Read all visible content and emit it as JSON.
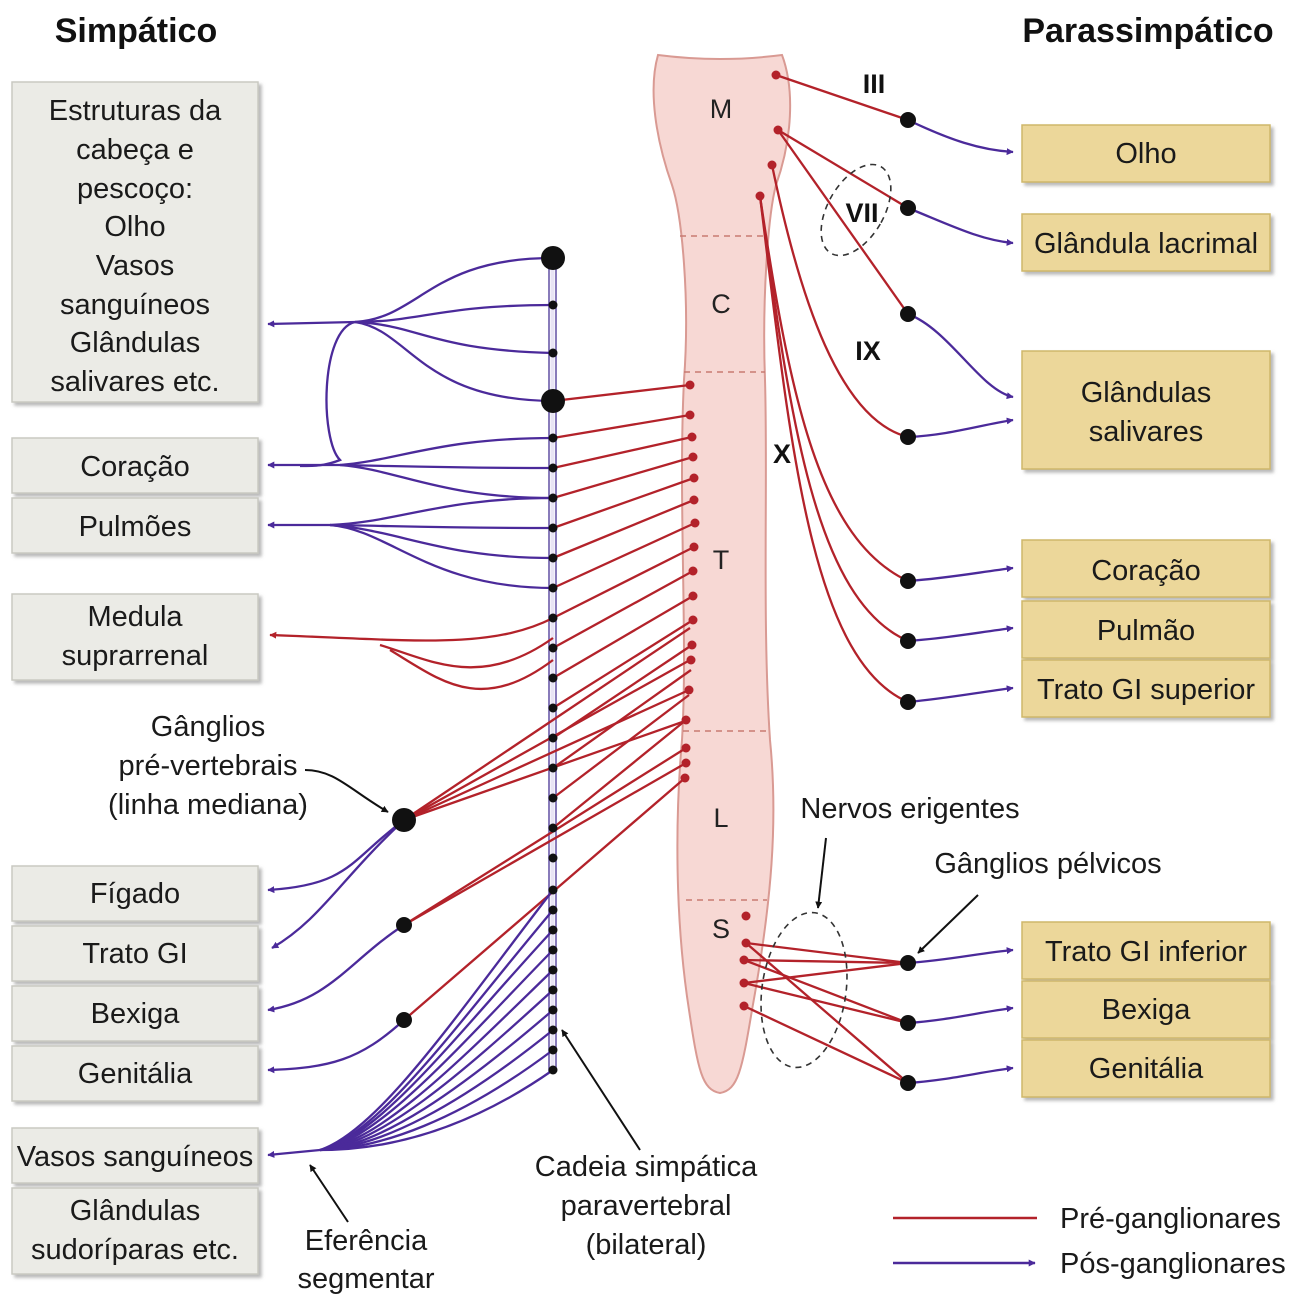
{
  "headers": {
    "sympathetic": "Simpático",
    "parasympathetic": "Parassimpático"
  },
  "spinal_segments": {
    "medulla": "M",
    "cervical": "C",
    "thoracic": "T",
    "lumbar": "L",
    "sacral": "S"
  },
  "cranial_nerves": {
    "iii": "III",
    "vii": "VII",
    "ix": "IX",
    "x": "X"
  },
  "sympathetic_targets": {
    "head_neck": [
      "Estruturas da",
      "cabeça e",
      "pescoço:",
      "Olho",
      "Vasos",
      "sanguíneos",
      "Glândulas",
      "salivares etc."
    ],
    "heart": "Coração",
    "lungs": "Pulmões",
    "adrenal": [
      "Medula",
      "suprarrenal"
    ],
    "liver": "Fígado",
    "gi": "Trato GI",
    "bladder": "Bexiga",
    "genitalia": "Genitália",
    "vessels": "Vasos sanguíneos",
    "sweat": [
      "Glândulas",
      "sudoríparas etc."
    ]
  },
  "parasympathetic_targets": {
    "eye": "Olho",
    "lacrimal": "Glândula lacrimal",
    "salivary": [
      "Glândulas",
      "salivares"
    ],
    "heart": "Coração",
    "lung": "Pulmão",
    "upper_gi": "Trato GI superior",
    "lower_gi": "Trato GI inferior",
    "bladder": "Bexiga",
    "genitalia": "Genitália"
  },
  "annotations": {
    "prevertebral": [
      "Gânglios",
      "pré-vertebrais",
      "(linha mediana)"
    ],
    "erigentes": "Nervos erigentes",
    "pelvic": "Gânglios pélvicos",
    "chain": [
      "Cadeia simpática",
      "paravertebral",
      "(bilateral)"
    ],
    "segmental": [
      "Eferência",
      "segmentar"
    ]
  },
  "legend": {
    "pre": "Pré-ganglionares",
    "post": "Pós-ganglionares"
  },
  "colors": {
    "preganglionic": "#b3222a",
    "postganglionic": "#4b2a9a",
    "spinal_cord": "#f7d8d4",
    "sympathetic_box": "#ebebe6",
    "parasympathetic_box": "#ecd79a"
  },
  "icons": {
    "ganglion": "black-dot",
    "arrowhead": "arrow-right"
  }
}
